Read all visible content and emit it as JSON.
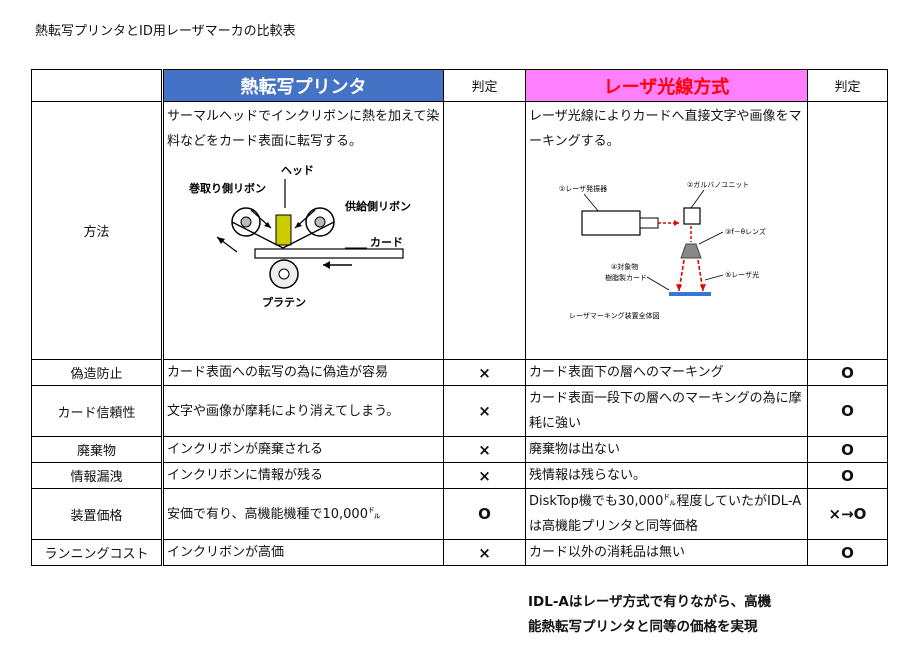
{
  "title": "熱転写プリンタとID用レーザマーカの比較表",
  "table": {
    "header": {
      "thermal": "熱転写プリンタ",
      "judge": "判定",
      "laser": "レーザ光線方式"
    },
    "method": {
      "label": "方法",
      "thermal_text": "サーマルヘッドでインクリボンに熱を加えて染料などをカード表面に転写する。",
      "laser_text": "レーザ光線によりカードへ直接文字や画像をマーキングする。",
      "thermal_diagram": {
        "head": "ヘッド",
        "takeup": "巻取り側リボン",
        "supply": "供給側リボン",
        "card": "カード",
        "platen": "プラテン"
      },
      "laser_diagram": {
        "oscillator": "①レーザ発振器",
        "galvano": "②ガルバノユニット",
        "ftheta": "③f－θレンズ",
        "object": "④対象物",
        "resin_card": "樹脂製カード",
        "beam": "⑤レーザ光",
        "caption": "レーザマーキング装置全体図"
      }
    },
    "rows": [
      {
        "label": "偽造防止",
        "thermal": "カード表面への転写の為に偽造が容易",
        "thermal_mark": "×",
        "laser": "カード表面下の層へのマーキング",
        "laser_mark": "O"
      },
      {
        "label": "カード信頼性",
        "thermal": "文字や画像が摩耗により消えてしまう。",
        "thermal_mark": "×",
        "laser": "カード表面一段下の層へのマーキングの為に摩耗に強い",
        "laser_mark": "O"
      },
      {
        "label": "廃棄物",
        "thermal": "インクリボンが廃棄される",
        "thermal_mark": "×",
        "laser": "廃棄物は出ない",
        "laser_mark": "O"
      },
      {
        "label": "情報漏洩",
        "thermal": "インクリボンに情報が残る",
        "thermal_mark": "×",
        "laser": "残情報は残らない。",
        "laser_mark": "O"
      },
      {
        "label": "装置価格",
        "thermal": "安価で有り、高機能機種で10,000㌦",
        "thermal_mark": "O",
        "laser": "DiskTop機でも30,000㌦程度していたがIDL-Aは高機能プリンタと同等価格",
        "laser_mark": "×→O"
      },
      {
        "label": "ランニングコスト",
        "thermal": "インクリボンが高価",
        "thermal_mark": "×",
        "laser": "カード以外の消耗品は無い",
        "laser_mark": "O"
      }
    ]
  },
  "note": {
    "line1": "IDL-Aはレーザ方式で有りながら、高機",
    "line2": "能熱転写プリンタと同等の価格を実現"
  },
  "colors": {
    "thermal_header_bg": "#4472c4",
    "laser_header_bg": "#ff80ff",
    "laser_header_text": "#ff0000"
  }
}
